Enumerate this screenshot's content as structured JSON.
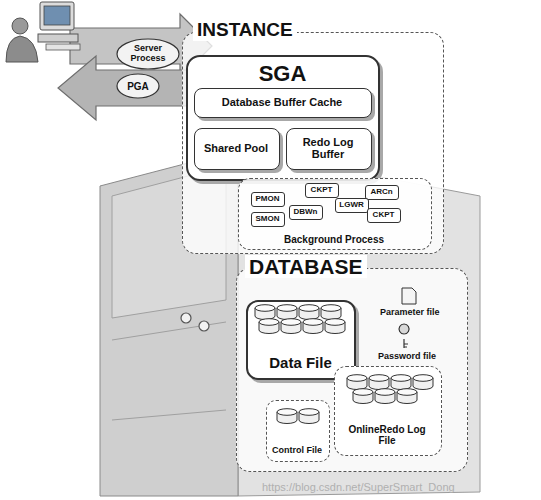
{
  "diagram": {
    "nodes": [
      {
        "text": [
          "Server Process"
        ]
      },
      {
        "text": [
          "PGA"
        ]
      },
      {
        "text": [
          "INSTANCE"
        ]
      },
      {
        "text": [
          "SGA"
        ],
        "in": 2
      },
      {
        "text": [
          "Database Buffer Cache"
        ],
        "in": 3
      },
      {
        "text": [
          "Shared Pool"
        ],
        "in": 3
      },
      {
        "text": [
          "Redo Log Buffer"
        ],
        "in": 3
      },
      {
        "text": [
          "Background Process"
        ],
        "in": 2
      },
      {
        "text": [
          "PMON"
        ],
        "in": 7
      },
      {
        "text": [
          "CKPT"
        ],
        "in": 7
      },
      {
        "text": [
          "ARCn"
        ],
        "in": 7
      },
      {
        "text": [
          "LGWR"
        ],
        "in": 7
      },
      {
        "text": [
          "SMON"
        ],
        "in": 7
      },
      {
        "text": [
          "DBWn"
        ],
        "in": 7
      },
      {
        "text": [
          "CKPT"
        ],
        "in": 7
      },
      {
        "text": [
          "DATABASE"
        ]
      },
      {
        "text": [
          "Data File"
        ],
        "in": 15
      },
      {
        "text": [
          "OnlineRedo Log File"
        ],
        "in": 15
      },
      {
        "text": [
          "Control File"
        ],
        "in": 15
      }
    ],
    "labels": [
      "Parameter file",
      "Password file",
      "https://blog.csdn.net/SuperSmart_Dong"
    ]
  }
}
